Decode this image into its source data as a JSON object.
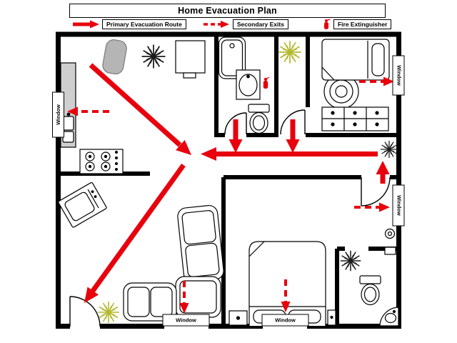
{
  "title": "Home Evacuation Plan",
  "legend": {
    "items": [
      {
        "icon": "primary-route-arrow-icon",
        "label": "Primary Evacuation Route"
      },
      {
        "icon": "secondary-exit-arrow-icon",
        "label": "Secondary Exits"
      },
      {
        "icon": "fire-extinguisher-icon",
        "label": "Fire Extinguisher"
      }
    ]
  },
  "plan": {
    "windows": {
      "left": "Window",
      "right_top": "Window",
      "right_middle": "Window",
      "bottom_left": "Window",
      "bottom_right": "Window"
    }
  },
  "colors": {
    "route_red": "#e8000d",
    "wall_black": "#000000",
    "counter_gray": "#cfcfcf",
    "rug_gray": "#b5b5b5",
    "plant_yellow": "#b3b92f"
  }
}
